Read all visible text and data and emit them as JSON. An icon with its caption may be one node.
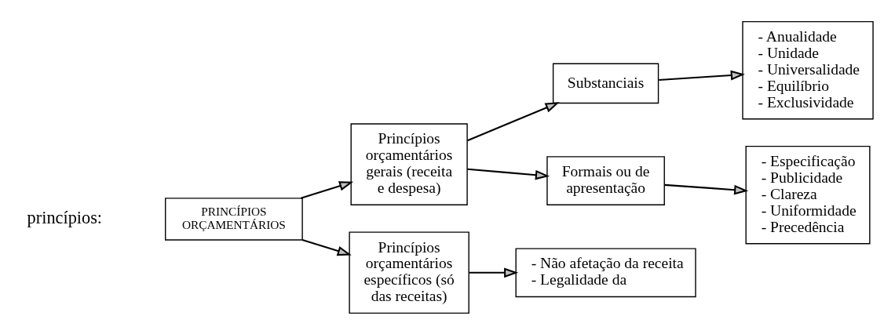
{
  "diagram": {
    "nodes": [
      {
        "text": [
          "PRINCÍPIOS ORÇAMENTÁRIOS"
        ]
      },
      {
        "text": [
          "Princípios orçamentários gerais (receita e despesa)"
        ]
      },
      {
        "text": [
          "Princípios orçamentários específicos (só das receitas)"
        ]
      },
      {
        "text": [
          "Substanciais"
        ]
      },
      {
        "text": [
          "Formais ou de apresentação"
        ]
      },
      {
        "text": [
          "- Anualidade",
          "- Unidade",
          "- Universalidade",
          "- Equilíbrio",
          "- Exclusividade"
        ]
      },
      {
        "text": [
          "- Especificação",
          "- Publicidade",
          "- Clareza",
          "- Uniformidade",
          "- Precedência"
        ]
      },
      {
        "text": [
          "- Não afetação da receita",
          "- Legalidade da"
        ]
      }
    ],
    "edges": [
      {
        "from": 0,
        "to": 1,
        "arrow": "to"
      },
      {
        "from": 0,
        "to": 2,
        "arrow": "to"
      },
      {
        "from": 1,
        "to": 3,
        "arrow": "to"
      },
      {
        "from": 1,
        "to": 4,
        "arrow": "to"
      },
      {
        "from": 3,
        "to": 5,
        "arrow": "to"
      },
      {
        "from": 4,
        "to": 6,
        "arrow": "to"
      },
      {
        "from": 2,
        "to": 7,
        "arrow": "to"
      }
    ],
    "labels": [
      "princípios:"
    ]
  }
}
